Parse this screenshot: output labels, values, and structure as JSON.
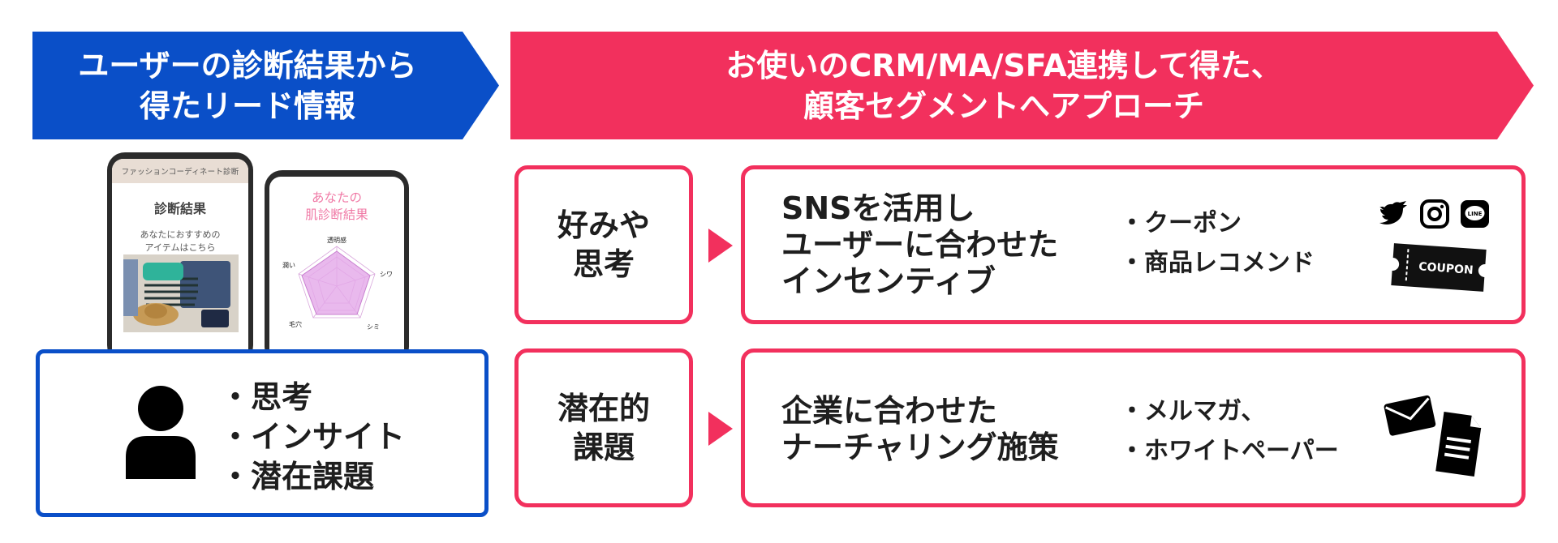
{
  "left_header": {
    "lines": [
      "ユーザーの診断結果から",
      "得たリード情報"
    ]
  },
  "right_header": {
    "lines": [
      "お使いのCRM/MA/SFA連携して得た、",
      "顧客セグメントへアプローチ"
    ]
  },
  "phone_fashion": {
    "header": "ファッションコーディネート診断",
    "title": "診断結果",
    "subtitle_lines": [
      "あなたにおすすめの",
      "アイテムはこちら"
    ]
  },
  "phone_skin": {
    "title_lines": [
      "あなたの",
      "肌診断結果"
    ],
    "axes": [
      "透明感",
      "シワ",
      "シミ",
      "毛穴",
      "潤い"
    ]
  },
  "profile": {
    "items": [
      "・思考",
      "・インサイト",
      "・潜在課題"
    ]
  },
  "segments": [
    {
      "category_lines": [
        "好みや",
        "思考"
      ],
      "approach_lines": [
        "SNSを活用し",
        "ユーザーに合わせた",
        "インセンティブ"
      ],
      "tools": [
        "・クーポン",
        "・商品レコメンド"
      ],
      "coupon_label": "COUPON",
      "line_label": "LINE"
    },
    {
      "category_lines": [
        "潜在的",
        "課題"
      ],
      "approach_lines": [
        "企業に合わせた",
        "ナーチャリング施策"
      ],
      "tools": [
        "・メルマガ、",
        "・ホワイトペーパー"
      ]
    }
  ],
  "colors": {
    "blue": "#0a4fc8",
    "pink": "#f2305d",
    "radar_fill": "#e3a8e8"
  }
}
